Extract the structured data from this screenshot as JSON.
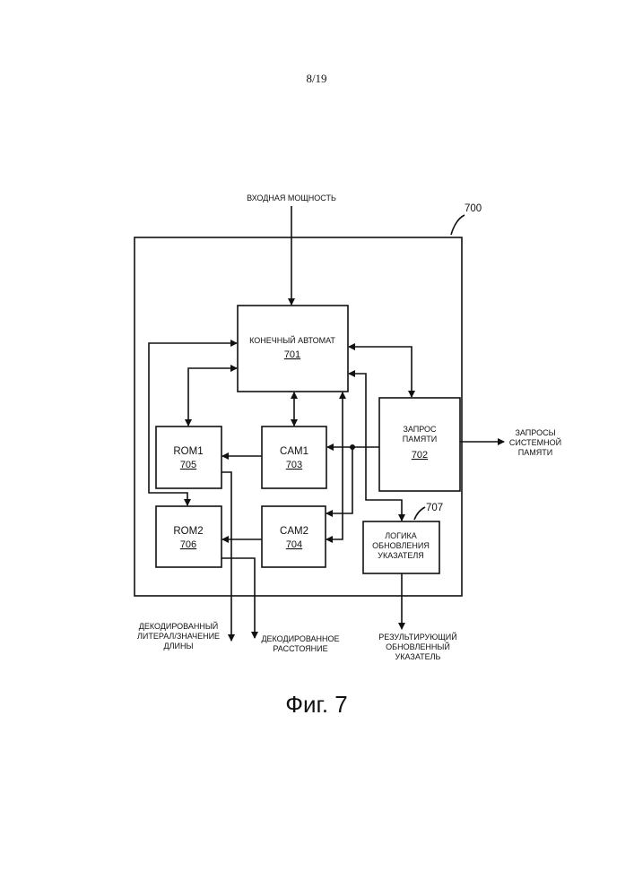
{
  "page_number": "8/19",
  "figure_caption": "Фиг. 7",
  "system_label": "700",
  "input_label": "ВХОДНАЯ МОЩНОСТЬ",
  "blocks": {
    "fsm": {
      "title": "КОНЕЧНЫЙ АВТОМАТ",
      "ref": "701"
    },
    "mem_request": {
      "line1": "ЗАПРОС",
      "line2": "ПАМЯТИ",
      "ref": "702"
    },
    "cam1": {
      "title": "CAM1",
      "ref": "703"
    },
    "cam2": {
      "title": "CAM2",
      "ref": "704"
    },
    "rom1": {
      "title": "ROM1",
      "ref": "705"
    },
    "rom2": {
      "title": "ROM2",
      "ref": "706"
    },
    "pointer_logic": {
      "line1": "ЛОГИКА",
      "line2": "ОБНОВЛЕНИЯ",
      "line3": "УКАЗАТЕЛЯ",
      "ref": "707"
    }
  },
  "outputs": {
    "system_mem": [
      "ЗАПРОСЫ",
      "СИСТЕМНОЙ",
      "ПАМЯТИ"
    ],
    "literal": [
      "ДЕКОДИРОВАННЫЙ",
      "ЛИТЕРАЛ/ЗНАЧЕНИЕ",
      "ДЛИНЫ"
    ],
    "distance": [
      "ДЕКОДИРОВАННОЕ",
      "РАССТОЯНИЕ"
    ],
    "pointer": [
      "РЕЗУЛЬТИРУЮЩИЙ",
      "ОБНОВЛЕННЫЙ",
      "УКАЗАТЕЛЬ"
    ]
  }
}
